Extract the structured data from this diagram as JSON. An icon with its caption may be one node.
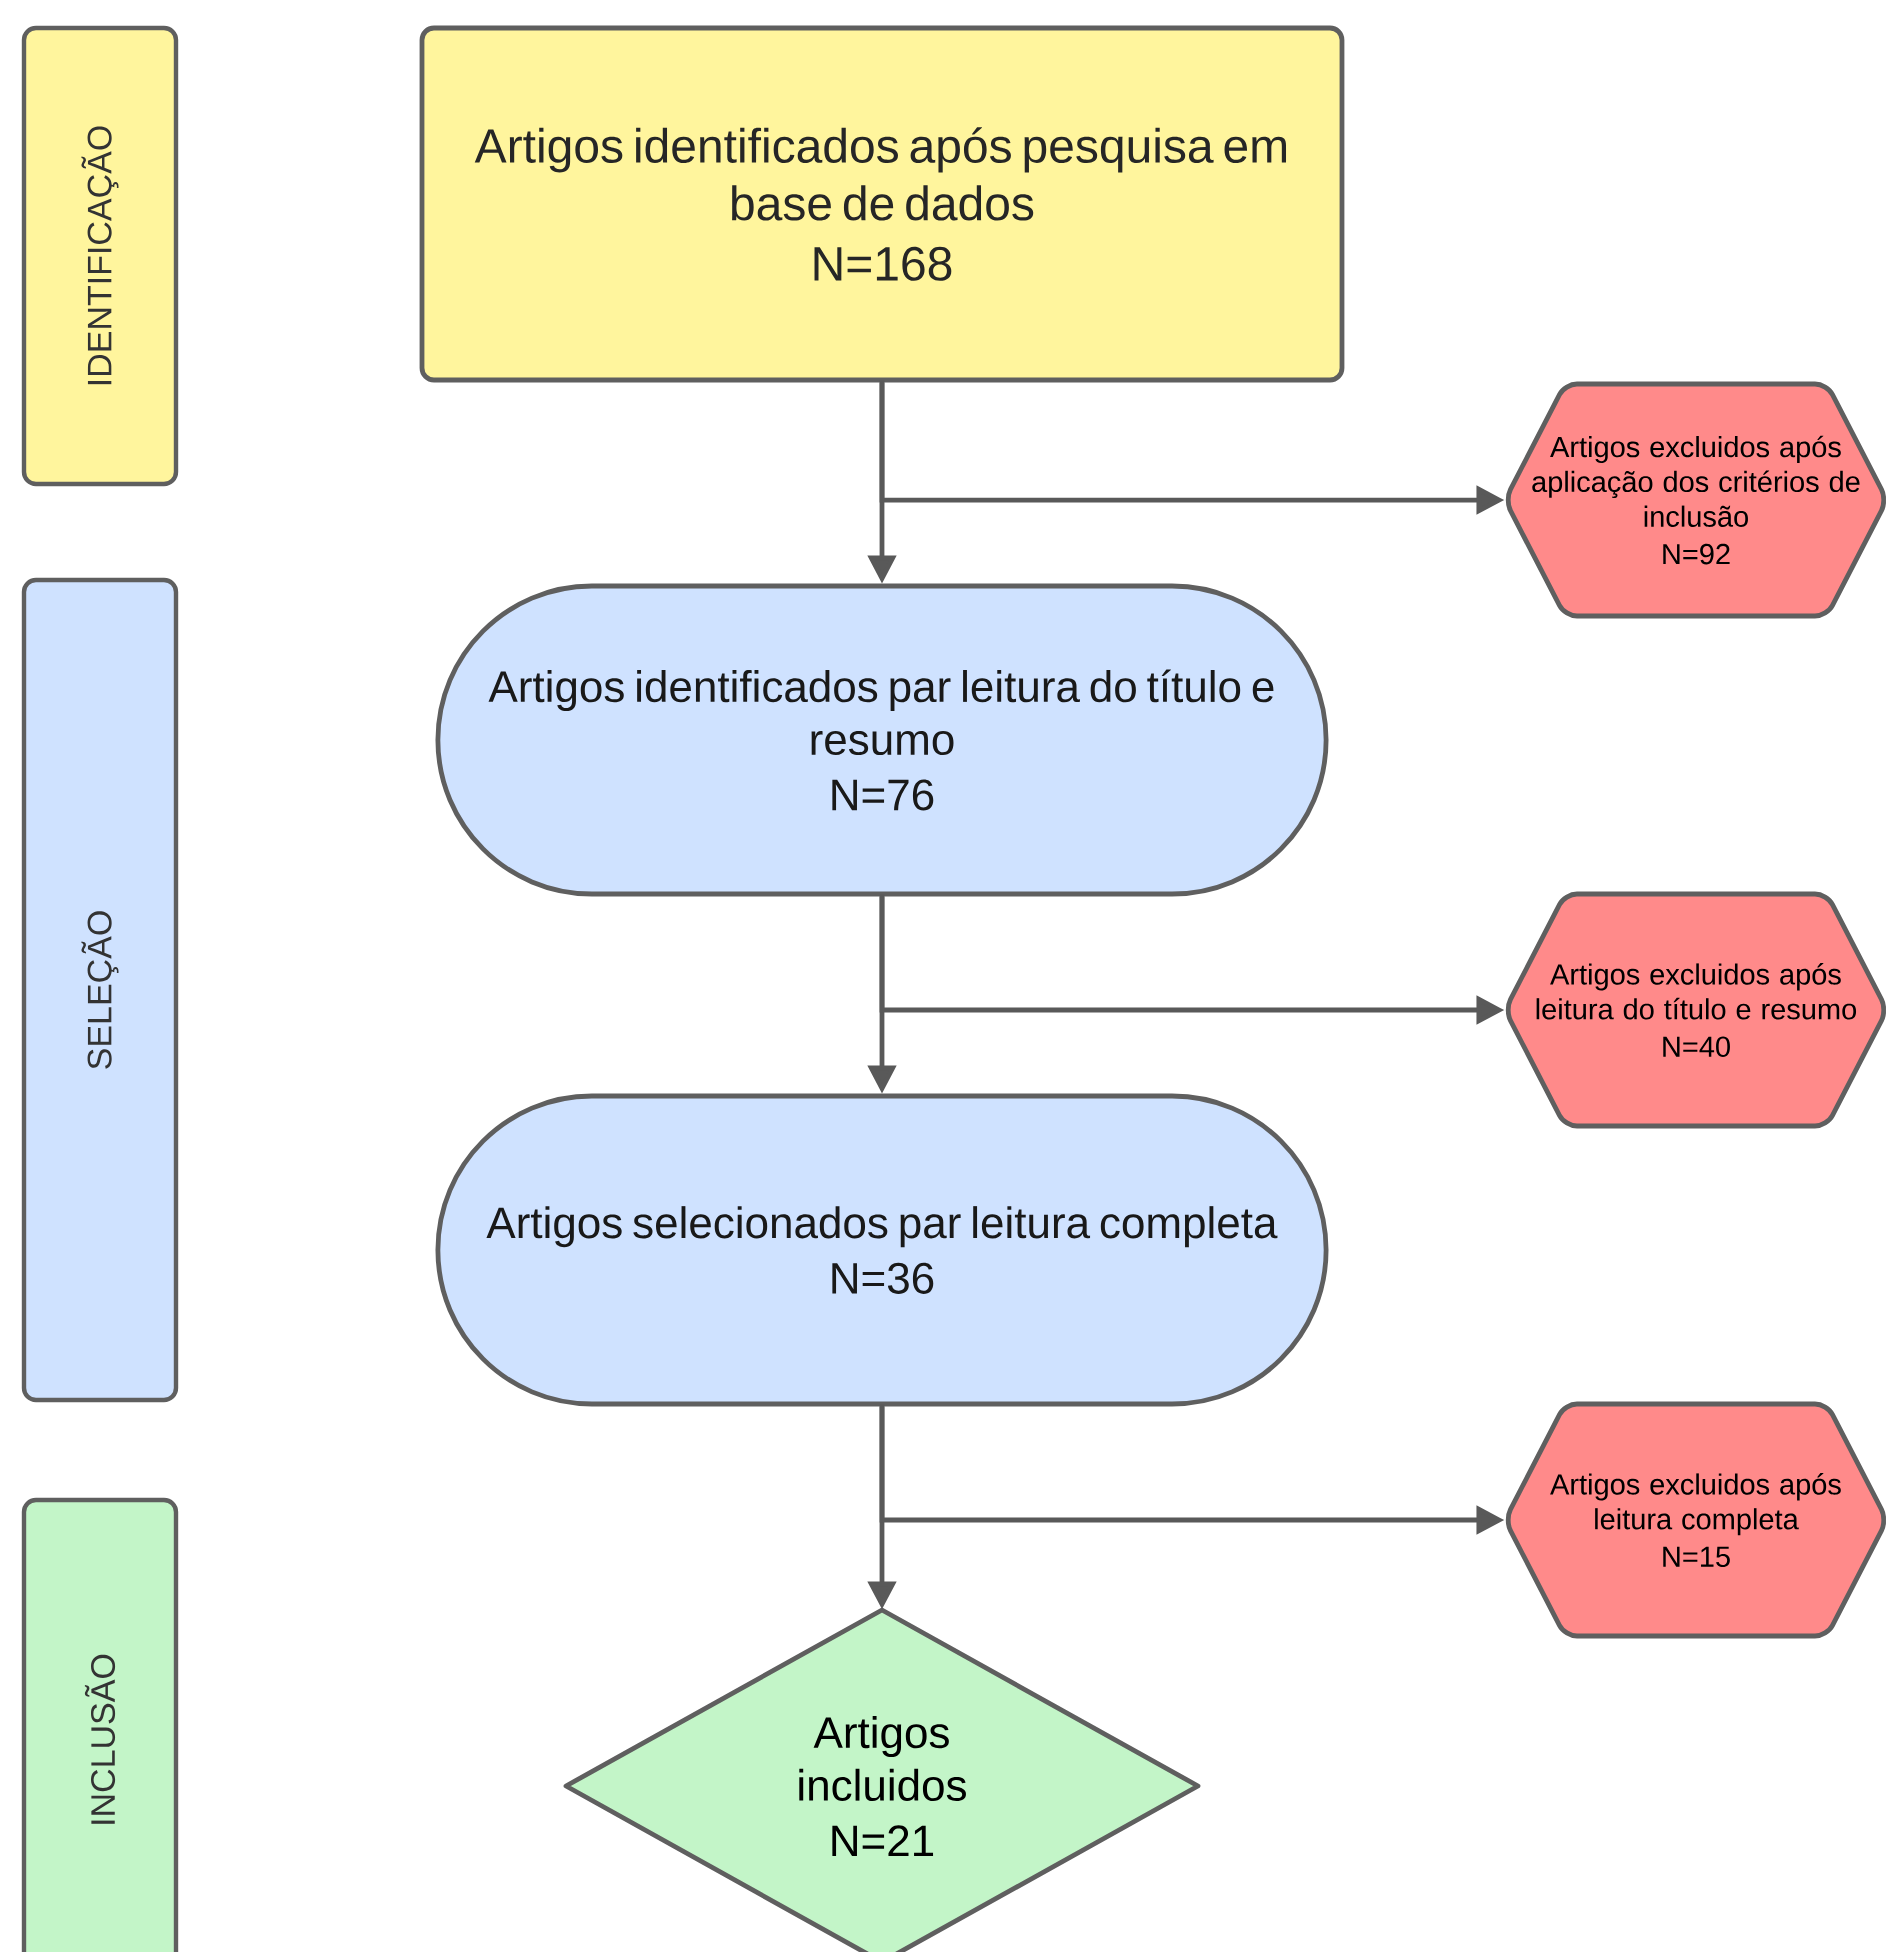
{
  "diagram": {
    "nodes": [
      {
        "text": [
          "IDENTIFICAÇÃO"
        ]
      },
      {
        "text": [
          "SELEÇÃO"
        ]
      },
      {
        "text": [
          "INCLUSÃO"
        ]
      },
      {
        "text": [
          "Artigos identificados após pesquisa em base de dados",
          "N=168"
        ]
      },
      {
        "text": [
          "Artigos identificados par leitura do título e resumo",
          "N=76"
        ]
      },
      {
        "text": [
          "Artigos selecionados par leitura completa",
          "N=36"
        ]
      },
      {
        "text": [
          "Artigos incluidos",
          "N=21"
        ]
      },
      {
        "text": [
          "Artigos excluidos após aplicação dos critérios de inclusão",
          "N=92"
        ]
      },
      {
        "text": [
          "Artigos excluidos após leitura do título e resumo",
          "N=40"
        ]
      },
      {
        "text": [
          "Artigos excluidos após leitura completa",
          "N=15"
        ]
      }
    ],
    "edges": [
      {
        "from": 3,
        "to": 4,
        "arrow": "to"
      },
      {
        "from": 3,
        "to": 7,
        "arrow": "to"
      },
      {
        "from": 4,
        "to": 5,
        "arrow": "to"
      },
      {
        "from": 4,
        "to": 8,
        "arrow": "to"
      },
      {
        "from": 5,
        "to": 6,
        "arrow": "to"
      },
      {
        "from": 5,
        "to": 9,
        "arrow": "to"
      }
    ]
  }
}
